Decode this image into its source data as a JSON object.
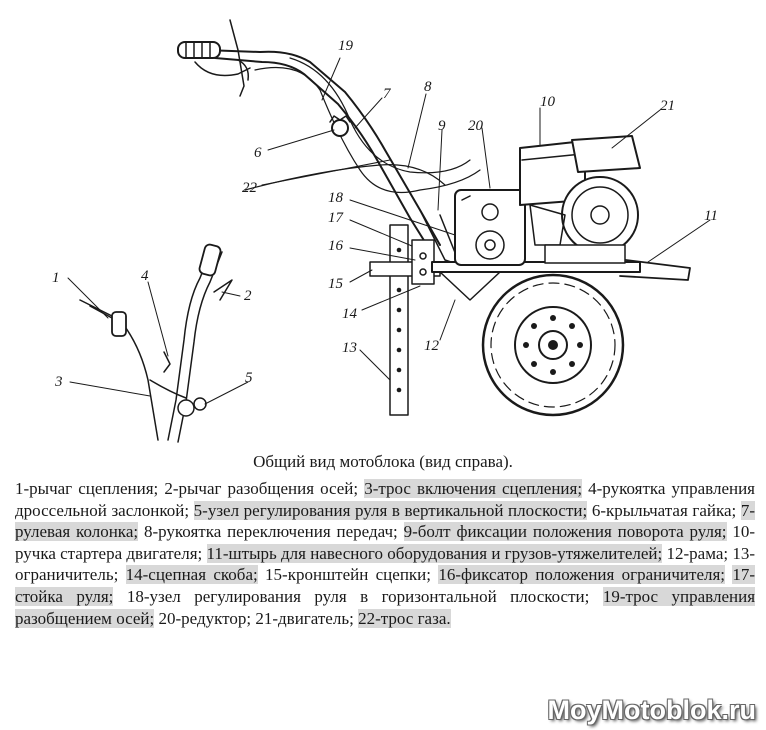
{
  "diagram": {
    "callouts": [
      "1",
      "2",
      "3",
      "4",
      "5",
      "6",
      "7",
      "8",
      "9",
      "10",
      "11",
      "12",
      "13",
      "14",
      "15",
      "16",
      "17",
      "18",
      "19",
      "20",
      "21",
      "22"
    ]
  },
  "caption": "Общий вид мотоблока (вид справа).",
  "legend": [
    "1-рычаг сцепления;",
    "2-рычаг разобщения осей;",
    "3-трос включения сцепления;",
    "4-рукоятка управления дроссельной заслонкой;",
    "5-узел регулирования руля в вертикальной плоскости;",
    "6-крыльчатая гайка;",
    "7-рулевая колонка;",
    "8-рукоятка переключения передач;",
    "9-болт фиксации положения поворота руля;",
    "10-ручка стартера двигателя;",
    "11-штырь для навесного оборудования и грузов-утяжелителей;",
    "12-рама;",
    "13-ограничитель;",
    "14-сцепная скоба;",
    "15-кронштейн сцепки;",
    "16-фиксатор положения ограничителя;",
    "17-стойка руля;",
    "18-узел регулирования руля в горизонтальной плоскости;",
    "19-трос управления разобщением осей;",
    "20-редуктор;",
    "21-двигатель;",
    "22-трос газа."
  ],
  "watermark": "MoyMotoblok.ru"
}
